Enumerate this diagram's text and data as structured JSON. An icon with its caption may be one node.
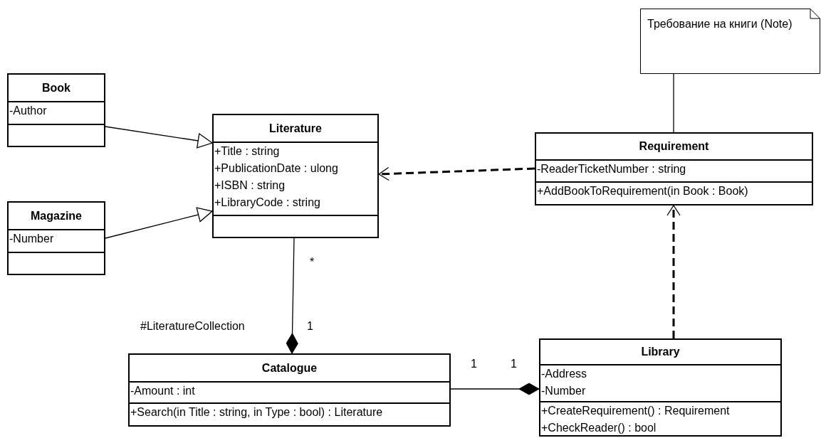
{
  "diagram": {
    "nodes": [
      {
        "text": [
          "Book",
          "-Author"
        ]
      },
      {
        "text": [
          "Literature",
          "+Title : string",
          "+PublicationDate : ulong",
          "+ISBN : string",
          "+LibraryCode : string"
        ]
      },
      {
        "text": [
          "Magazine",
          "-Number"
        ]
      },
      {
        "text": [
          "Требование на книги (Note)"
        ]
      },
      {
        "text": [
          "Requirement",
          "-ReaderTicketNumber : string",
          "+AddBookToRequirement(in Book : Book)"
        ]
      },
      {
        "text": [
          "Catalogue",
          "-Amount : int",
          "+Search(in Title : string, in Type : bool) : Literature"
        ]
      },
      {
        "text": [
          "Library",
          "-Address",
          "-Number",
          "+CreateRequirement() : Requirement",
          "+CheckReader() : bool"
        ]
      }
    ],
    "edges": [
      {
        "from": 0,
        "to": 1,
        "arrow": "to"
      },
      {
        "from": 2,
        "to": 1,
        "arrow": "to"
      },
      {
        "from": 4,
        "to": 1,
        "arrow": "to",
        "style": "dashed"
      },
      {
        "from": 6,
        "to": 4,
        "arrow": "to",
        "style": "dashed"
      },
      {
        "from": 1,
        "to": 5,
        "arrow": "other"
      },
      {
        "from": 5,
        "to": 6,
        "arrow": "other"
      },
      {
        "from": 3,
        "to": 4,
        "arrow": "none"
      }
    ],
    "labels": [
      "*",
      "#LiteratureCollection",
      "1",
      "1",
      "1"
    ]
  }
}
